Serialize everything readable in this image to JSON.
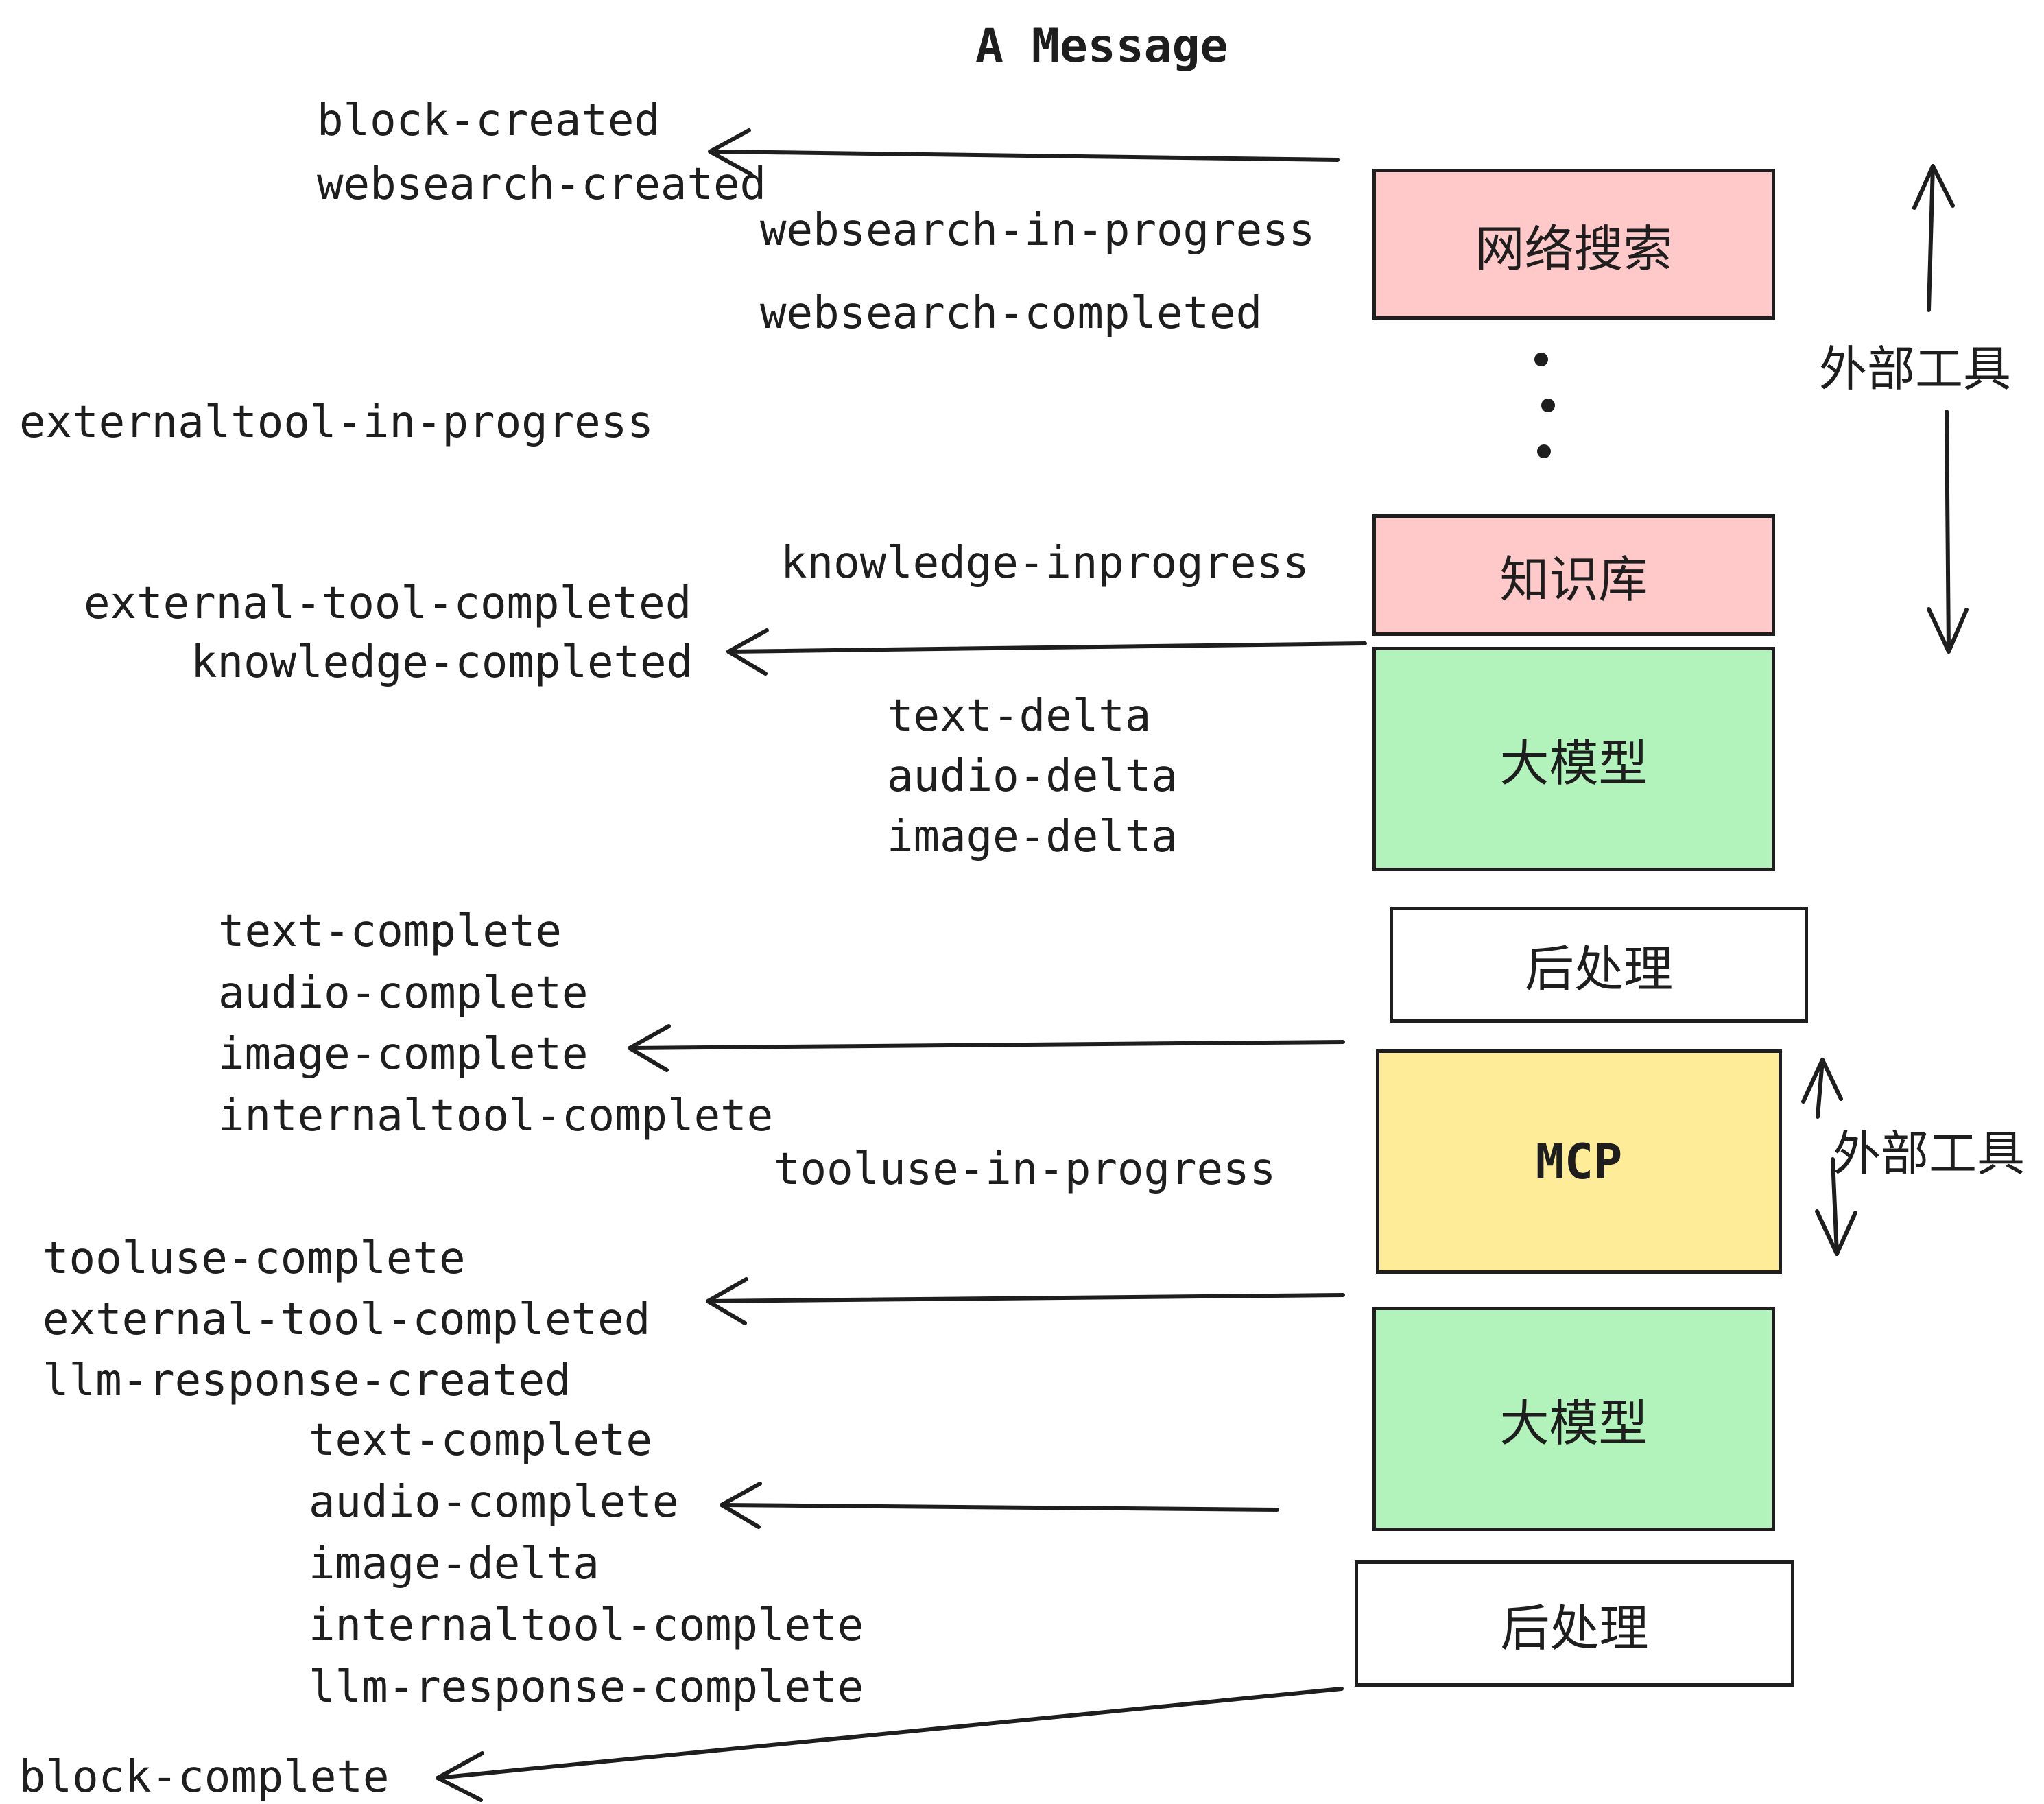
{
  "title": "A Message",
  "events": {
    "block_created": "block-created",
    "websearch_created": "websearch-created",
    "websearch_in_progress": "websearch-in-progress",
    "websearch_completed": "websearch-completed",
    "externaltool_in_progress": "externaltool-in-progress",
    "knowledge_inprogress": "knowledge-inprogress",
    "external_tool_completed_1": "external-tool-completed",
    "knowledge_completed": "knowledge-completed",
    "text_delta_1": "text-delta",
    "audio_delta_1": "audio-delta",
    "image_delta_1": "image-delta",
    "text_complete_1": "text-complete",
    "audio_complete_1": "audio-complete",
    "image_complete_1": "image-complete",
    "internaltool_complete_1": "internaltool-complete",
    "tooluse_in_progress": "tooluse-in-progress",
    "tooluse_complete": "tooluse-complete",
    "external_tool_completed_2": "external-tool-completed",
    "llm_response_created": "llm-response-created",
    "text_complete_2": "text-complete",
    "audio_complete_2": "audio-complete",
    "image_complete_2": "image-delta",
    "internaltool_complete_2": "internaltool-complete",
    "llm_response_complete": "llm-response-complete",
    "block_complete": "block-complete"
  },
  "boxes": {
    "websearch": {
      "label": "网络搜索",
      "fill": "#ffc9c9"
    },
    "knowledge": {
      "label": "知识库",
      "fill": "#ffc9c9"
    },
    "llm_1": {
      "label": "大模型",
      "fill": "#b2f2bb"
    },
    "postprocess_1": {
      "label": "后处理",
      "fill": "#ffffff"
    },
    "mcp": {
      "label": "MCP",
      "fill": "#ffec99"
    },
    "llm_2": {
      "label": "大模型",
      "fill": "#b2f2bb"
    },
    "postprocess_2": {
      "label": "后处理",
      "fill": "#ffffff"
    }
  },
  "side_labels": {
    "external_tools_1": "外部工具",
    "external_tools_2": "外部工具"
  },
  "colors": {
    "ink": "#1e1e1e",
    "box_pink": "#ffc9c9",
    "box_green": "#b2f2bb",
    "box_yellow": "#ffec99",
    "box_white": "#ffffff",
    "background": "#ffffff"
  }
}
